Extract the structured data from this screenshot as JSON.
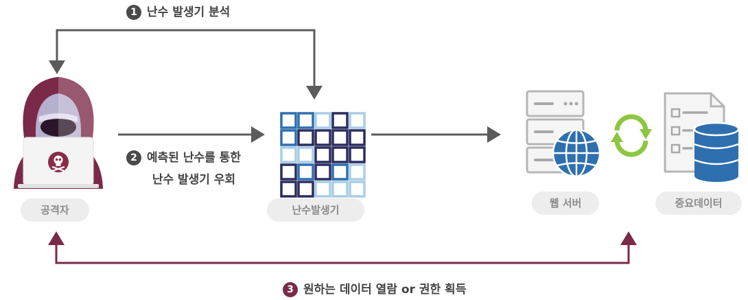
{
  "steps": {
    "step1": {
      "number": "1",
      "text": "난수 발생기 분석"
    },
    "step2": {
      "number": "2",
      "line1": "예측된 난수를 통한",
      "line2": "난수 발생기 우회"
    },
    "step3": {
      "number": "3",
      "text": "원하는 데이터 열람 or 권한 획득"
    }
  },
  "nodes": {
    "attacker": {
      "label": "공격자",
      "icon": "hacker-icon"
    },
    "rng": {
      "label": "난수발생기",
      "icon": "grid-icon"
    },
    "webserver": {
      "label": "웹 서버",
      "icon": "server-globe-icon"
    },
    "data": {
      "label": "중요데이터",
      "icon": "database-document-icon"
    }
  },
  "colors": {
    "arrow_gray": "#5b5b5b",
    "arrow_maroon": "#7a2a48",
    "pill_bg": "#ededed",
    "pill_text": "#8a8a8a",
    "grid_dark": "#2b2d5e",
    "grid_blue": "#2e6faf",
    "grid_light": "#a9cde6",
    "sync_green": "#8dc641"
  }
}
